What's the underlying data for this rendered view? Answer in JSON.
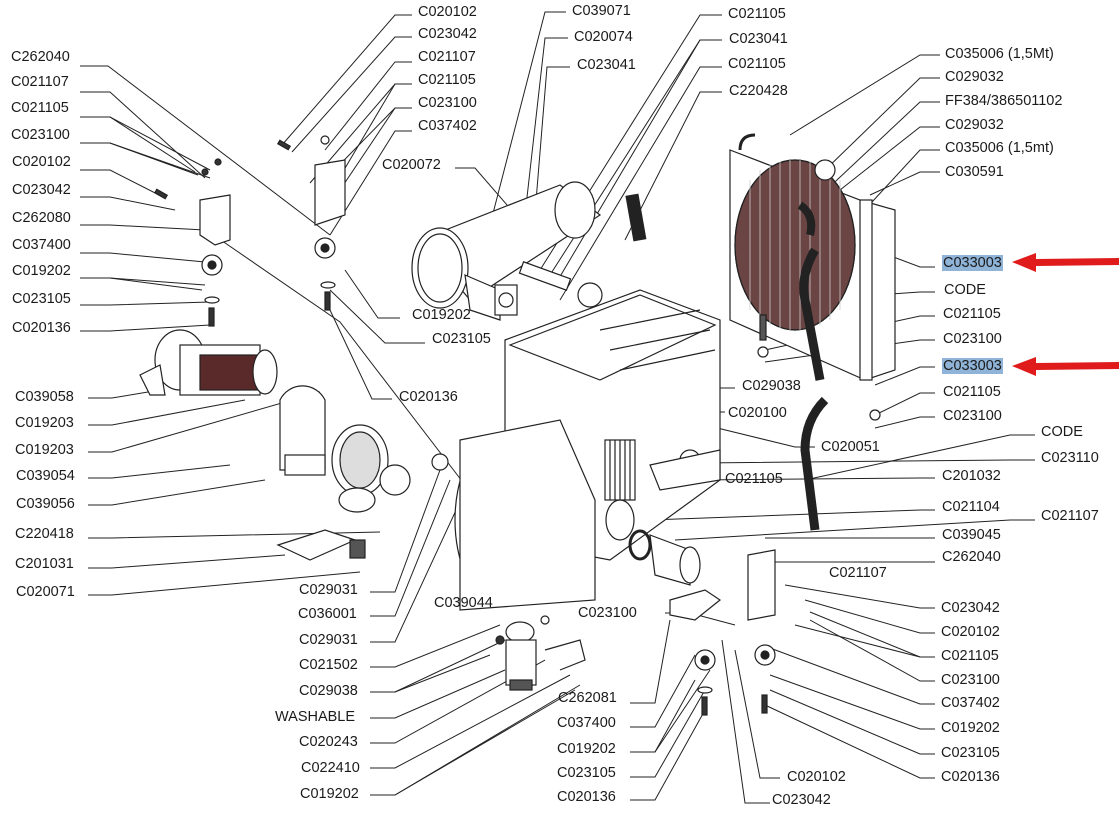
{
  "title": "Engine exploded parts diagram",
  "highlight_color": "#8fb4d8",
  "arrow_color": "#e01b1b",
  "labels": {
    "left": [
      "C262040",
      "C021107",
      "C021105",
      "C023100",
      "C020102",
      "C023042",
      "C262080",
      "C037400",
      "C019202",
      "C023105",
      "C020136",
      "C039058",
      "C019203",
      "C019203",
      "C039054",
      "C039056",
      "C220418",
      "C201031",
      "C020071"
    ],
    "top_left": [
      "C020102",
      "C023042",
      "C021107",
      "C021105",
      "C023100",
      "C037402",
      "C020072",
      "C019202",
      "C023105",
      "C020136"
    ],
    "top_center": [
      "C039071",
      "C020074",
      "C023041",
      "C021105",
      "C023041",
      "C021105",
      "C220428"
    ],
    "right_top": [
      "C035006 (1,5Mt)",
      "C029032",
      "FF384/386501102",
      "C029032",
      "C035006 (1,5mt)",
      "C030591"
    ],
    "right_mid": [
      "C033003",
      "CODE",
      "C021105",
      "C023100",
      "C033003",
      "C021105",
      "C023100"
    ],
    "right_lower": [
      "CODE",
      "C023110",
      "C201032",
      "C021104",
      "C021107",
      "C039045",
      "C262040",
      "C021107"
    ],
    "right_bottom": [
      "C023042",
      "C020102",
      "C021105",
      "C023100",
      "C037402",
      "C019202",
      "C023105",
      "C020136"
    ],
    "center": [
      "C029038",
      "C020100",
      "C020051",
      "C021105",
      "C039044",
      "C023100"
    ],
    "bottom_left": [
      "C029031",
      "C036001",
      "C029031",
      "C021502",
      "C029038",
      "WASHABLE",
      "C020243",
      "C022410",
      "C019202"
    ],
    "bottom_center": [
      "C262081",
      "C037400",
      "C019202",
      "C023105",
      "C020136",
      "C020102",
      "C023042"
    ]
  },
  "highlighted_part": "C033003",
  "icons": {
    "pointer": "red-arrow-left"
  }
}
